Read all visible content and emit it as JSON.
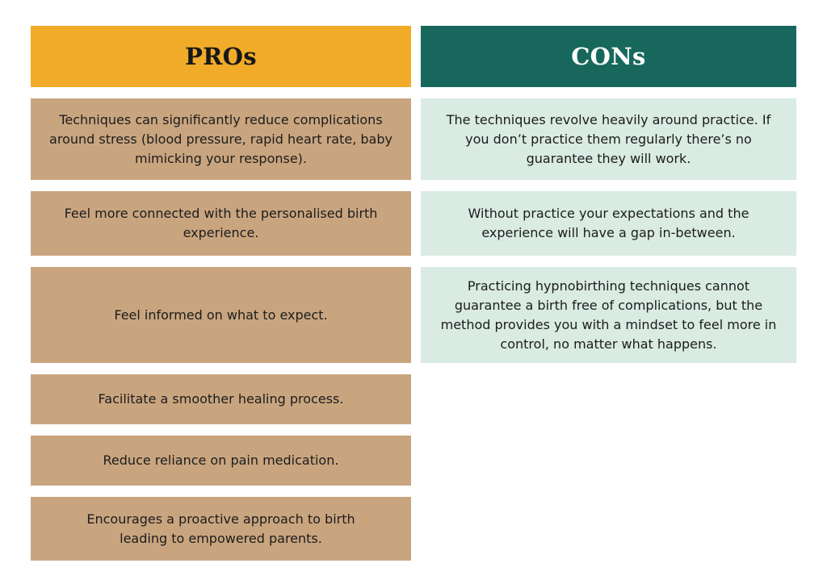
{
  "pros": {
    "title": "PROs",
    "items": [
      "Techniques can significantly reduce complications around stress (blood pressure, rapid heart rate, baby mimicking your response).",
      "Feel more connected with the personalised birth experience.",
      "Feel informed on what to expect.",
      "Facilitate a smoother healing process.",
      "Reduce reliance on pain medication.",
      "Encourages a proactive approach to birth leading to empowered parents."
    ]
  },
  "cons": {
    "title": "CONs",
    "items": [
      "The techniques revolve heavily around practice. If you don’t practice them regularly there’s no guarantee they will work.",
      "Without practice your expectations and the experience will have a gap in-between.",
      "Practicing hypnobirthing techniques cannot guarantee a birth free of complications, but the method provides you with a mindset to feel more in control, no matter what happens."
    ]
  },
  "colors": {
    "pros_header": "#f0ab28",
    "pros_cell": "#c9a57f",
    "cons_header": "#17675c",
    "cons_cell": "#d9ebe2"
  }
}
